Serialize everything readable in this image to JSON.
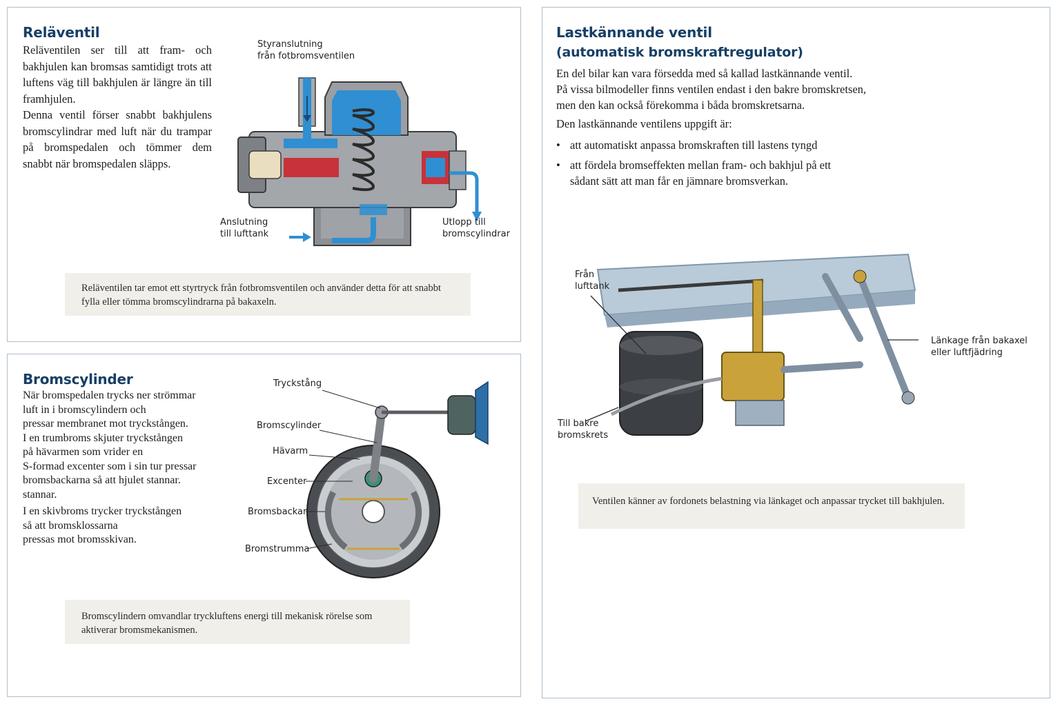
{
  "relay": {
    "title": "Reläventil",
    "para1": "Reläventilen ser till att fram- och bakhjulen kan bromsas samtidigt trots att luftens väg till bakhjulen är längre än till framhjulen.",
    "para2": "Denna ventil förser snabbt bakhjulens bromscylindrar med luft när du trampar på bromspedalen och tömmer dem snabbt när bromspedalen släpps.",
    "labels": {
      "control_line1": "Styranslutning",
      "control_line2": "från fotbromsventilen",
      "inlet_line1": "Anslutning",
      "inlet_line2": "till lufttank",
      "outlet_line1": "Utlopp till",
      "outlet_line2": "bromscylindrar"
    },
    "note": "Reläventilen tar emot ett styrtryck från fotbromsventilen och använder detta för att snabbt fylla eller tömma bromscylindrarna på bakaxeln."
  },
  "cylinder": {
    "title": "Bromscylinder",
    "lines": [
      "När bromspedalen trycks ner strömmar",
      "luft in i bromscylindern och",
      "pressar membranet mot tryckstången.",
      "I en trumbroms skjuter tryckstången",
      "på hävarmen som vrider en",
      "S-formad excenter som i sin tur pressar",
      "bromsbackarna så att hjulet stannar.",
      "stannar."
    ],
    "disc_lines": [
      "I en skivbroms trycker tryckstången",
      "så att bromsklossarna",
      "pressas mot bromsskivan."
    ],
    "labels": {
      "pushrod": "Tryckstång",
      "cylinder": "Bromscylinder",
      "lever": "Hävarm",
      "cam": "Excenter",
      "shoes": "Bromsbackar",
      "drum": "Bromstrumma"
    },
    "note": "Bromscylindern omvandlar tryckluftens energi till mekanisk rörelse som aktiverar bromsmekanismen."
  },
  "load": {
    "title_line1": "Lastkännande ventil",
    "title_line2": "(automatisk bromskraftregulator)",
    "intro": [
      "En del bilar kan vara försedda med så kallad lastkännande ventil.",
      "På vissa bilmodeller finns ventilen endast i den bakre bromskretsen,",
      "men den kan också förekomma i båda bromskretsarna."
    ],
    "task_heading": "Den lastkännande ventilens uppgift är:",
    "bullets": [
      "att automatiskt anpassa bromskraften till lastens tyngd",
      "att fördela bromseffekten mellan fram- och bakhjul på ett sådant sätt att man får en jämnare bromsverkan."
    ],
    "labels": {
      "from_tank_line1": "Från",
      "from_tank_line2": "lufttank",
      "linkage_line1": "Länkage från bakaxel",
      "linkage_line2": "eller luftfjädring",
      "rear_line1": "Till bakre",
      "rear_line2": "bromskrets"
    },
    "note": "Ventilen känner av fordonets belastning via länkaget och anpassar trycket till bakhjulen."
  },
  "colors": {
    "heading": "#173f66",
    "air_blue": "#2f8fd2",
    "pressure_red": "#c8323a",
    "brass": "#c9a23a",
    "note_bg": "#f1efea",
    "panel_border": "#aebdcc"
  }
}
